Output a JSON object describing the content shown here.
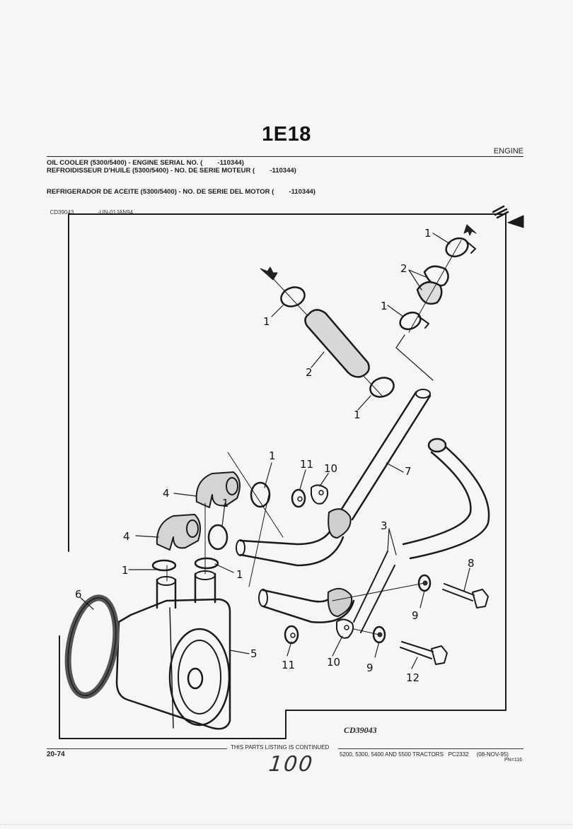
{
  "header": {
    "page_code": "1E18",
    "section": "ENGINE",
    "titles": [
      "OIL COOLER (5300/5400) - ENGINE SERIAL NO. (        -110344)",
      "REFROIDISSEUR D'HUILE (5300/5400) - NO. DE SERIE MOTEUR (        -110344)",
      "REFRIGERADOR DE ACEITE (5300/5400) - NO. DE SERIE DEL MOTOR (        -110344)"
    ],
    "illustration_ref": "CD39043",
    "illustration_date": "-UN-01JAN94"
  },
  "illustration": {
    "caption": "CD39043",
    "callouts": {
      "c1a": "1",
      "c1b": "1",
      "c1c": "1",
      "c1d": "1",
      "c1e": "1",
      "c1f": "1",
      "c1g": "1",
      "c1h": "1",
      "c2a": "2",
      "c2b": "2",
      "c3": "3",
      "c4a": "4",
      "c4b": "4",
      "c5": "5",
      "c6": "6",
      "c7": "7",
      "c8": "8",
      "c9a": "9",
      "c9b": "9",
      "c10a": "10",
      "c10b": "10",
      "c11a": "11",
      "c11b": "11",
      "c12": "12"
    }
  },
  "footer": {
    "page_number": "20-74",
    "continued_label": "THIS PARTS LISTING IS CONTINUED",
    "publication": "5200, 5300, 5400 AND 5500 TRACTORS   PC2332     (08-NOV-95)",
    "pn": "PN=116",
    "handwritten_note": "100"
  }
}
